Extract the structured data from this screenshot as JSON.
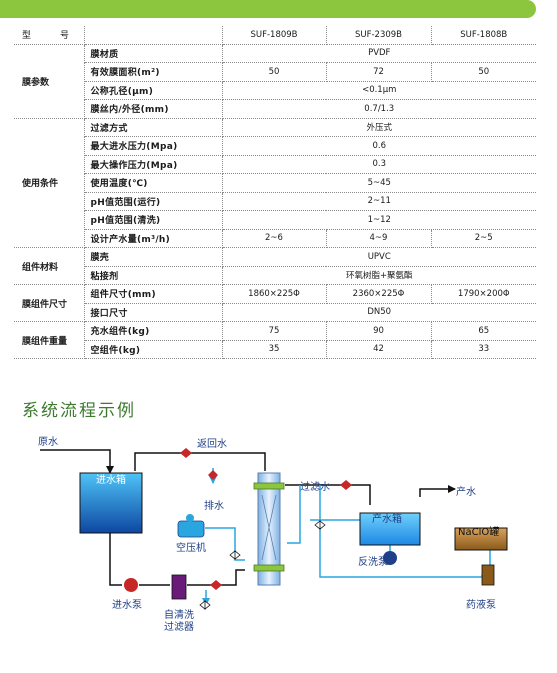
{
  "spec_table": {
    "header": {
      "label": "型　号",
      "models": [
        "SUF-1809B",
        "SUF-2309B",
        "SUF-1808B"
      ]
    },
    "groups": {
      "membrane_params": "膜参数",
      "usage_conditions": "使用条件",
      "component_material": "组件材料",
      "component_size": "膜组件尺寸",
      "component_weight": "膜组件重量"
    },
    "rows": {
      "material": {
        "label": "膜材质",
        "value": "PVDF"
      },
      "area": {
        "label": "有效膜面积(m²)",
        "values": [
          "50",
          "72",
          "50"
        ]
      },
      "pore": {
        "label": "公称孔径(μm)",
        "value": "<0.1μm"
      },
      "fiber_dia": {
        "label": "膜丝内/外径(mm)",
        "value": "0.7/1.3"
      },
      "filtration": {
        "label": "过滤方式",
        "value": "外压式"
      },
      "max_inlet": {
        "label": "最大进水压力(Mpa)",
        "value": "0.6"
      },
      "max_op": {
        "label": "最大操作压力(Mpa)",
        "value": "0.3"
      },
      "temp": {
        "label": "使用温度(℃)",
        "value": "5~45"
      },
      "ph_run": {
        "label": "pH值范围(运行)",
        "value": "2~11"
      },
      "ph_clean": {
        "label": "pH值范围(清洗)",
        "value": "1~12"
      },
      "design_flow": {
        "label": "设计产水量(m³/h)",
        "values": [
          "2~6",
          "4~9",
          "2~5"
        ]
      },
      "shell": {
        "label": "膜壳",
        "value": "UPVC"
      },
      "adhesive": {
        "label": "粘接剂",
        "value": "环氧树脂+聚氨酯"
      },
      "size": {
        "label": "组件尺寸(mm)",
        "values": [
          "1860×225Φ",
          "2360×225Φ",
          "1790×200Φ"
        ]
      },
      "port": {
        "label": "接口尺寸",
        "value": "DN50"
      },
      "full_weight": {
        "label": "充水组件(kg)",
        "values": [
          "75",
          "90",
          "65"
        ]
      },
      "empty_weight": {
        "label": "空组件(kg)",
        "values": [
          "35",
          "42",
          "33"
        ]
      }
    }
  },
  "flow": {
    "title": "系统流程示例",
    "labels": {
      "raw_water": "原水",
      "inlet_tank": "进水箱",
      "return_water": "返回水",
      "drain": "排水",
      "filtered_water": "过滤水",
      "product_tank": "产水箱",
      "product_water": "产水",
      "air_compressor": "空压机",
      "backwash_pump": "反洗泵",
      "naclo_tank": "NaClO罐",
      "inlet_pump": "进水泵",
      "self_clean_filter_1": "自清洗",
      "self_clean_filter_2": "过滤器",
      "dosing_pump": "药液泵"
    },
    "colors": {
      "accent_green": "#8cc63f",
      "pipe_black": "#111111",
      "pipe_blue": "#29a6e0",
      "label_blue": "#1f3f88"
    }
  }
}
